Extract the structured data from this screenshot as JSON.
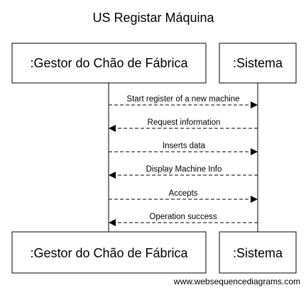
{
  "title": "US Registar Máquina",
  "participants": {
    "gestor": ":Gestor do Chão de Fábrica",
    "sistema": ":Sistema"
  },
  "messages": [
    {
      "label": "Start register of a new machine",
      "from": "gestor",
      "to": "sistema"
    },
    {
      "label": "Request information",
      "from": "sistema",
      "to": "gestor"
    },
    {
      "label": "Inserts data",
      "from": "gestor",
      "to": "sistema"
    },
    {
      "label": "Display Machine Info",
      "from": "sistema",
      "to": "gestor"
    },
    {
      "label": "Accepts",
      "from": "gestor",
      "to": "sistema"
    },
    {
      "label": "Operation success",
      "from": "sistema",
      "to": "gestor"
    }
  ],
  "footer": "www.websequencediagrams.com"
}
